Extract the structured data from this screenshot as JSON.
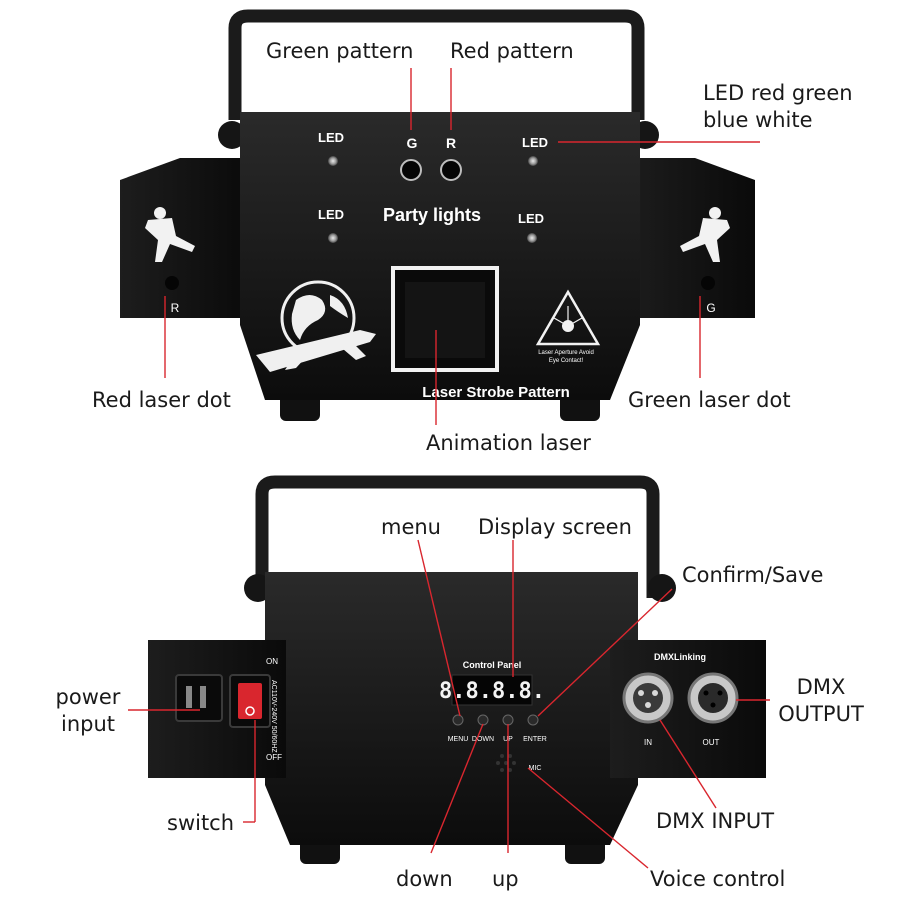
{
  "front": {
    "callouts": {
      "green_pattern": "Green pattern",
      "red_pattern": "Red pattern",
      "led_rgbw_line1": "LED red green",
      "led_rgbw_line2": "blue white",
      "red_laser_dot": "Red laser dot",
      "green_laser_dot": "Green laser dot",
      "animation_laser": "Animation laser"
    },
    "panel": {
      "led_top_left": "LED",
      "led_top_right": "LED",
      "led_mid_left": "LED",
      "led_mid_right": "LED",
      "port_g": "G",
      "port_r": "R",
      "title": "Party lights",
      "left_side_label": "R",
      "right_side_label": "G",
      "aperture_label": "Laser Strobe Pattern",
      "warning_line1": "Laser Aperture Avoid",
      "warning_line2": "Eye Contact!"
    }
  },
  "back": {
    "callouts": {
      "menu": "menu",
      "display_screen": "Display screen",
      "confirm_save": "Confirm/Save",
      "power_input_line1": "power",
      "power_input_line2": "input",
      "dmx_output_line1": "DMX",
      "dmx_output_line2": "OUTPUT",
      "switch": "switch",
      "dmx_input": "DMX INPUT",
      "down": "down",
      "up": "up",
      "voice_control": "Voice control"
    },
    "panel": {
      "control_panel": "Control Panel",
      "display_value": "8.8.8.8.",
      "btn_menu": "MENU",
      "btn_down": "DOWN",
      "btn_up": "UP",
      "btn_enter": "ENTER",
      "mic": "MIC",
      "dmx_linking": "DMXLinking",
      "dmx_in": "IN",
      "dmx_out": "OUT",
      "switch_on": "ON",
      "switch_off": "OFF",
      "voltage": "AC110V-240V 50/60HZ"
    }
  },
  "colors": {
    "leader_line": "#d9262e",
    "device_body": "#141414"
  }
}
